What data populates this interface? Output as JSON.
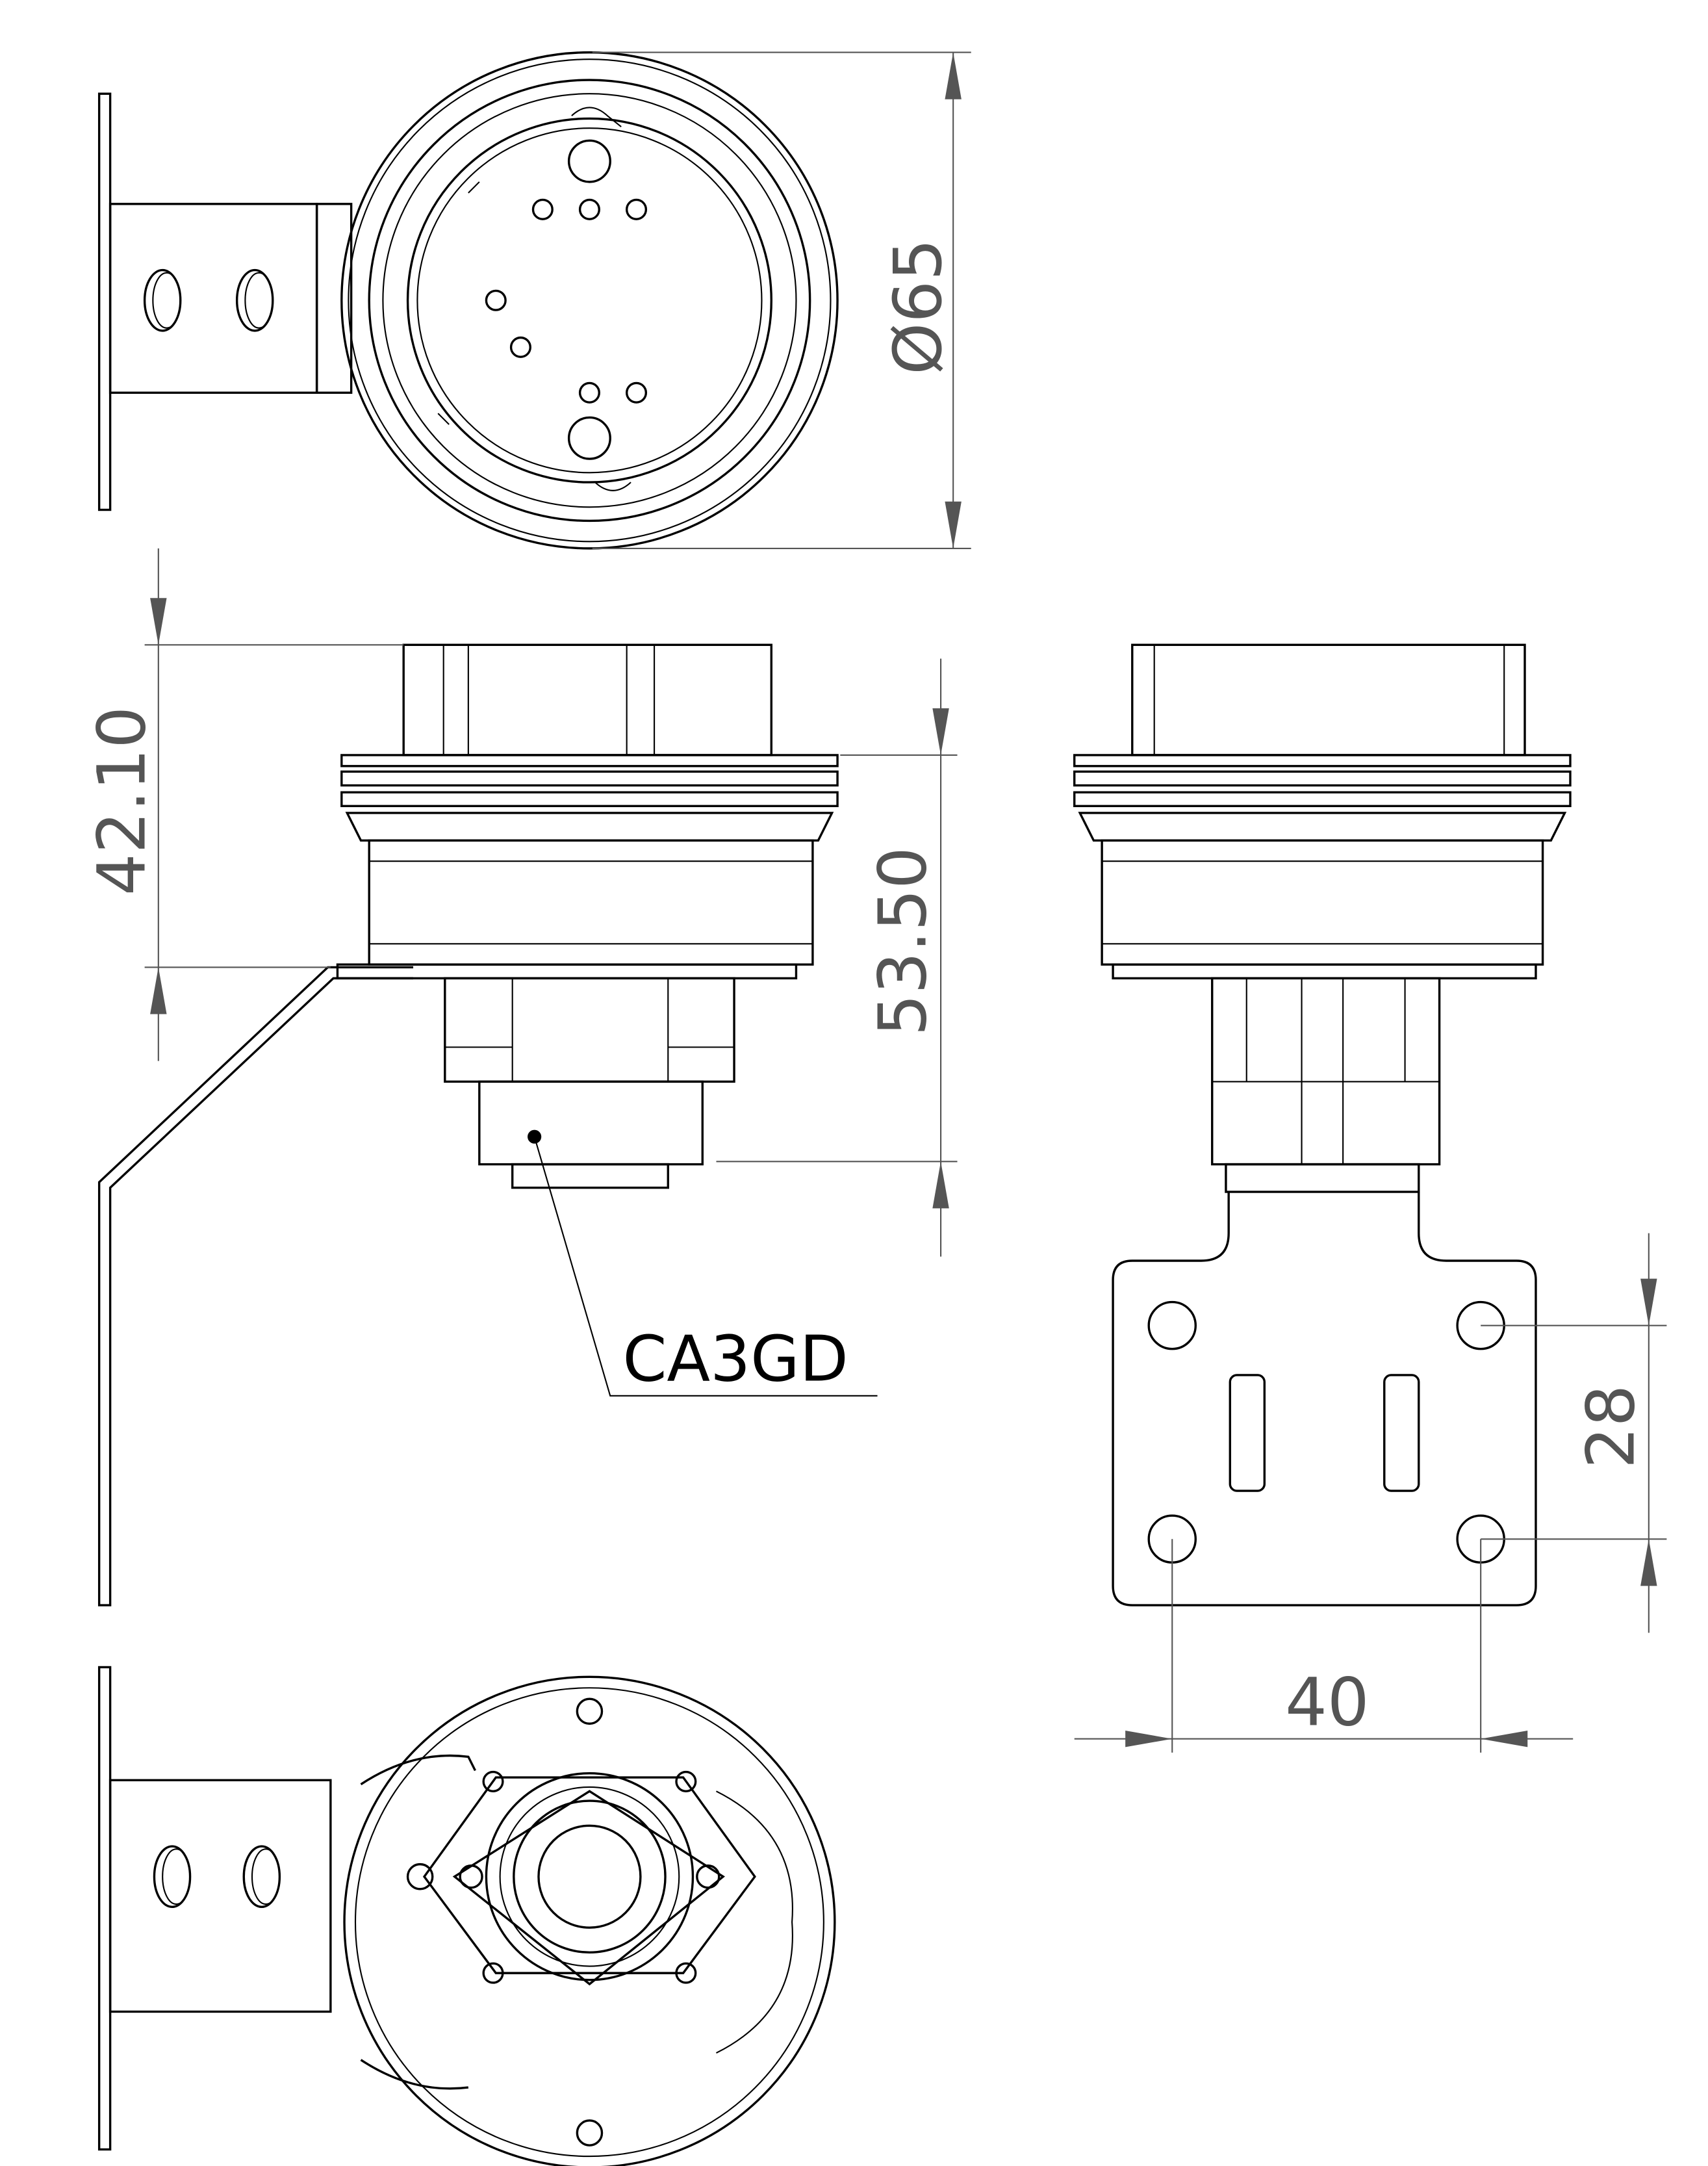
{
  "dimensions": {
    "diameter": "Ø65",
    "height_total": "42.10",
    "height_body": "53.50",
    "hole_vertical_spacing": "28",
    "hole_horizontal_spacing": "40"
  },
  "callout": {
    "part_label": "CA3GD"
  }
}
